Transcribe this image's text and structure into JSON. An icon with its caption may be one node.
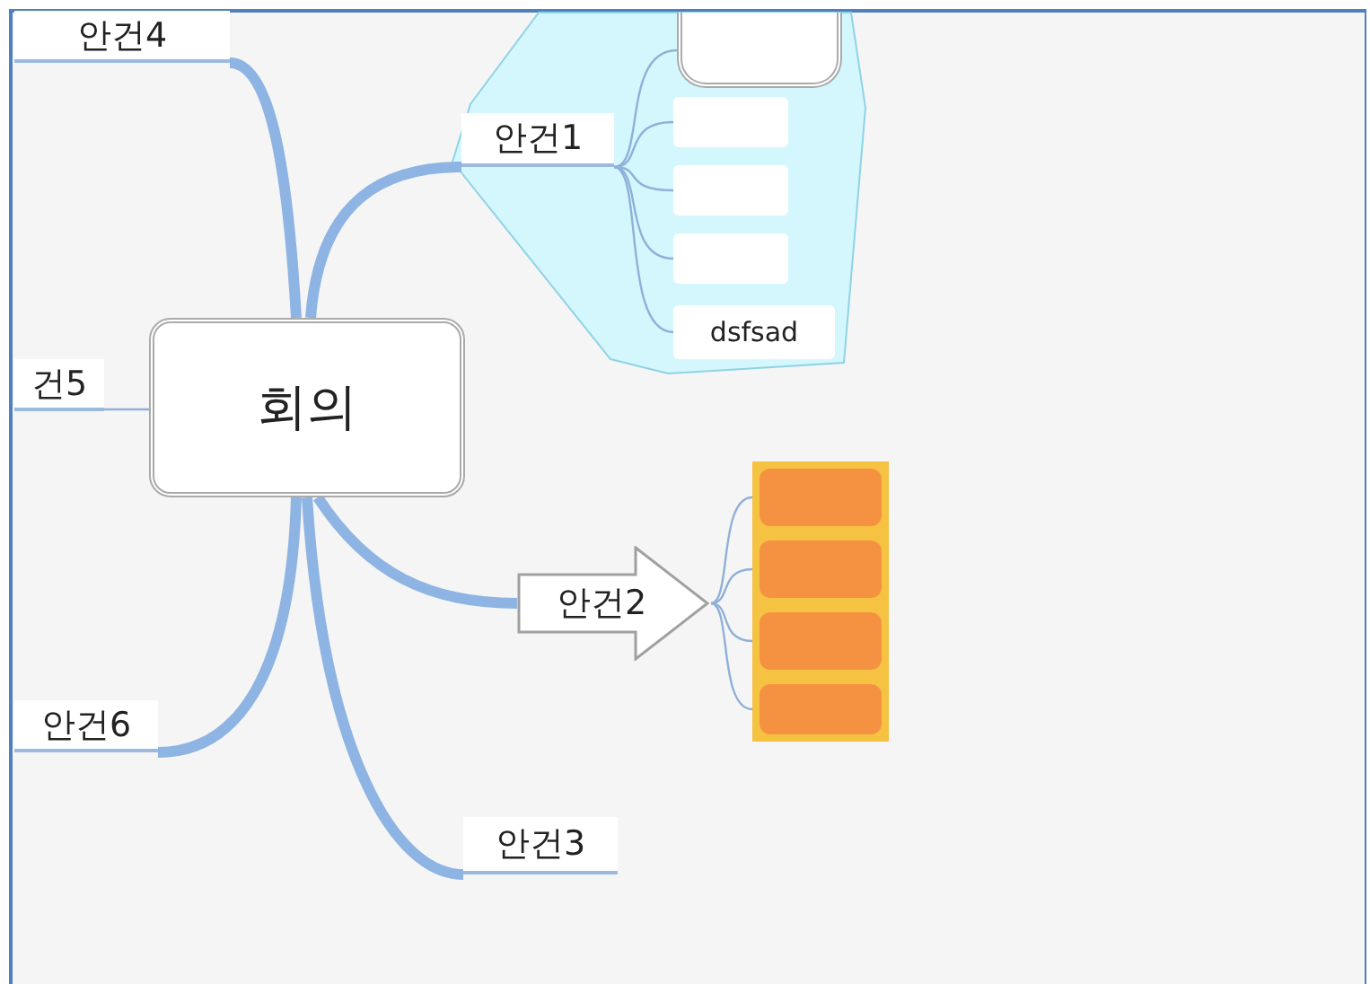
{
  "diagram": {
    "nodes": [
      {
        "text": [
          "회의"
        ]
      },
      {
        "text": [
          "안건1"
        ]
      },
      {
        "text": [],
        "shape": "box"
      },
      {
        "text": [],
        "shape": "box"
      },
      {
        "text": [],
        "shape": "box"
      },
      {
        "text": [],
        "shape": "box"
      },
      {
        "text": [
          "dsfsad"
        ]
      },
      {
        "text": [
          "안건2"
        ]
      },
      {
        "text": [],
        "shape": "box"
      },
      {
        "text": [],
        "shape": "box"
      },
      {
        "text": [],
        "shape": "box"
      },
      {
        "text": [],
        "shape": "box"
      },
      {
        "text": [
          "안건3"
        ]
      },
      {
        "text": [
          "안건4"
        ]
      },
      {
        "text": [
          "건5"
        ]
      },
      {
        "text": [
          "안건6"
        ]
      }
    ],
    "edges": [
      {
        "from": 0,
        "to": 1,
        "arrow": "none",
        "style": "thick"
      },
      {
        "from": 1,
        "to": 2,
        "arrow": "none"
      },
      {
        "from": 1,
        "to": 3,
        "arrow": "none"
      },
      {
        "from": 1,
        "to": 4,
        "arrow": "none"
      },
      {
        "from": 1,
        "to": 5,
        "arrow": "none"
      },
      {
        "from": 1,
        "to": 6,
        "arrow": "none"
      },
      {
        "from": 0,
        "to": 7,
        "arrow": "none",
        "style": "thick"
      },
      {
        "from": 7,
        "to": 8,
        "arrow": "none"
      },
      {
        "from": 7,
        "to": 9,
        "arrow": "none"
      },
      {
        "from": 7,
        "to": 10,
        "arrow": "none"
      },
      {
        "from": 7,
        "to": 11,
        "arrow": "none"
      },
      {
        "from": 0,
        "to": 12,
        "arrow": "none",
        "style": "thick"
      },
      {
        "from": 0,
        "to": 13,
        "arrow": "none",
        "style": "thick"
      },
      {
        "from": 0,
        "to": 14,
        "arrow": "none"
      },
      {
        "from": 0,
        "to": 15,
        "arrow": "none",
        "style": "thick"
      }
    ]
  }
}
